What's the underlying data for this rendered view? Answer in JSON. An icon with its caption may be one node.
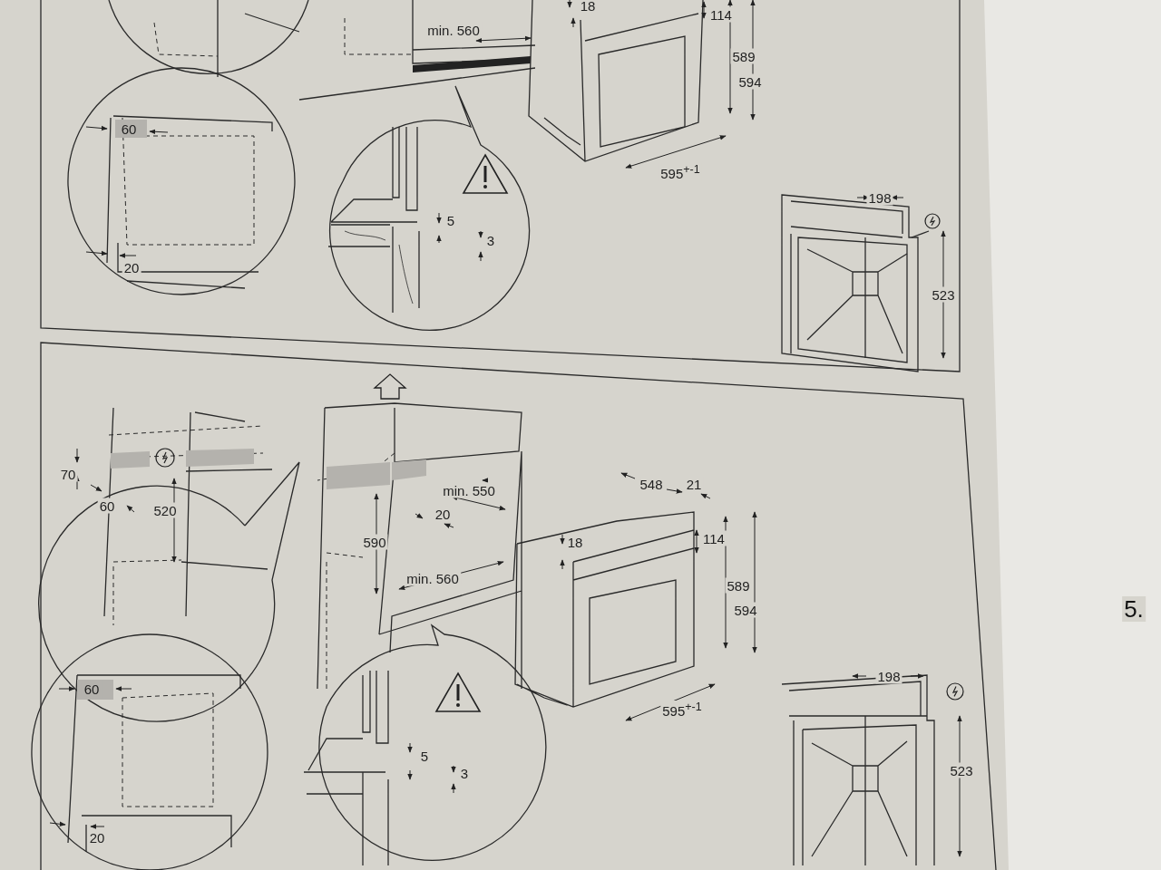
{
  "diagram": {
    "labels": [
      "18",
      "114",
      "min. 560",
      "589",
      "594",
      "60",
      "595$^{+-1}$",
      "198",
      "5",
      "3",
      "20",
      "523",
      "70",
      "548",
      "21",
      "min. 550",
      "60",
      "520",
      "20",
      "114",
      "18",
      "590",
      "589",
      "594",
      "min. 560",
      "198",
      "5.",
      "60",
      "5",
      "3",
      "523",
      "595$^{+-1}$",
      "20"
    ]
  }
}
